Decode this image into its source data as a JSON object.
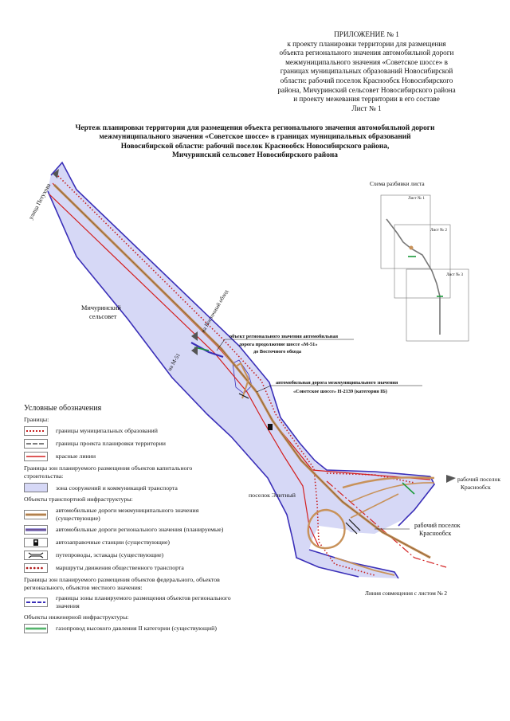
{
  "appendix": {
    "lines": [
      "ПРИЛОЖЕНИЕ № 1",
      "к проекту планировки территории для размещения",
      "объекта регионального значения автомобильной дороги",
      "межмуниципального значения «Советское шоссе» в",
      "границах муниципальных образований Новосибирской",
      "области: рабочий поселок Краснообск Новосибирского",
      "района, Мичуринский сельсовет Новосибирского района",
      "и проекту межевания территории в его составе",
      "Лист № 1"
    ]
  },
  "map_title": {
    "lines": [
      "Чертеж планировки территории для размещения объекта регионального значения автомобильной дороги",
      "межмуниципального значения «Советское шоссе» в границах муниципальных образований",
      "Новосибирской области: рабочий поселок Краснообск Новосибирского района,",
      "Мичуринский сельсовет Новосибирского района"
    ]
  },
  "map": {
    "street_label": "улица Петухова",
    "settlement_michurinsky": [
      "Мичуринский",
      "сельсовет"
    ],
    "east_bypass_label": "на Восточный обход",
    "m51_label": "на М-51",
    "callout_object": [
      "объект регионального значения автомобильная",
      "дорога продолжение шоссе «М-51»",
      "до Восточного обхода"
    ],
    "callout_road": [
      "автомобильная дорога межмуниципального значения",
      "«Советское шоссе» Н-2139 (категория IБ)"
    ],
    "settlement_elitny": "поселок Элитный",
    "krasnoobsk_arrow_label": [
      "рабочий поселок",
      "Краснообск"
    ],
    "krasnoobsk_callout": [
      "рабочий поселок",
      "Краснообск"
    ],
    "match_line_label": "Линия совмещения с листом № 2"
  },
  "inset": {
    "title": "Схема разбивки листа",
    "sheets": [
      "Лист № 1",
      "Лист № 2",
      "Лист № 3"
    ]
  },
  "legend": {
    "title": "Условные обозначения",
    "sections": [
      {
        "heading": "Границы:",
        "items": [
          {
            "symbol": "municipal-boundary",
            "text": "границы муниципальных образований"
          },
          {
            "symbol": "project-boundary",
            "text": "границы проекта планировки территории"
          },
          {
            "symbol": "red-line",
            "text": "красные линии"
          }
        ]
      },
      {
        "heading": "Границы зон планируемого размещения объектов капитального строительства:",
        "items": [
          {
            "symbol": "transport-zone",
            "text": "зона сооружений и коммуникаций транспорта"
          }
        ]
      },
      {
        "heading": "Объекты транспортной инфраструктуры:",
        "items": [
          {
            "symbol": "intermunicipal-road",
            "text": "автомобильные дороги межмуниципального значения (существующие)"
          },
          {
            "symbol": "regional-road",
            "text": "автомобильные дороги регионального значения (планируемые)"
          },
          {
            "symbol": "gas-station",
            "text": "автозаправочные станции (существующие)"
          },
          {
            "symbol": "overpass",
            "text": "путепроводы, эстакады (существующие)"
          },
          {
            "symbol": "public-transport",
            "text": "маршруты движения общественного транспорта"
          }
        ]
      },
      {
        "heading": "Границы зон планируемого размещения объектов федерального, объектов регионального, объектов местного значения:",
        "items": [
          {
            "symbol": "regional-zone-boundary",
            "text": "границы зоны планируемого размещения объектов регионального значения"
          }
        ]
      },
      {
        "heading": "Объекты инженерной инфраструктуры:",
        "items": [
          {
            "symbol": "gas-pipeline",
            "text": "газопровод высокого давления II категории (существующий)"
          }
        ]
      }
    ]
  },
  "colors": {
    "red_line": "#d32020",
    "regional_road": "#3a2fb8",
    "intermunicipal_road": "#c8925a",
    "transport_zone": "#d6d8f6",
    "gas_pipeline": "#1a9a3a",
    "arrow": "#555555"
  }
}
